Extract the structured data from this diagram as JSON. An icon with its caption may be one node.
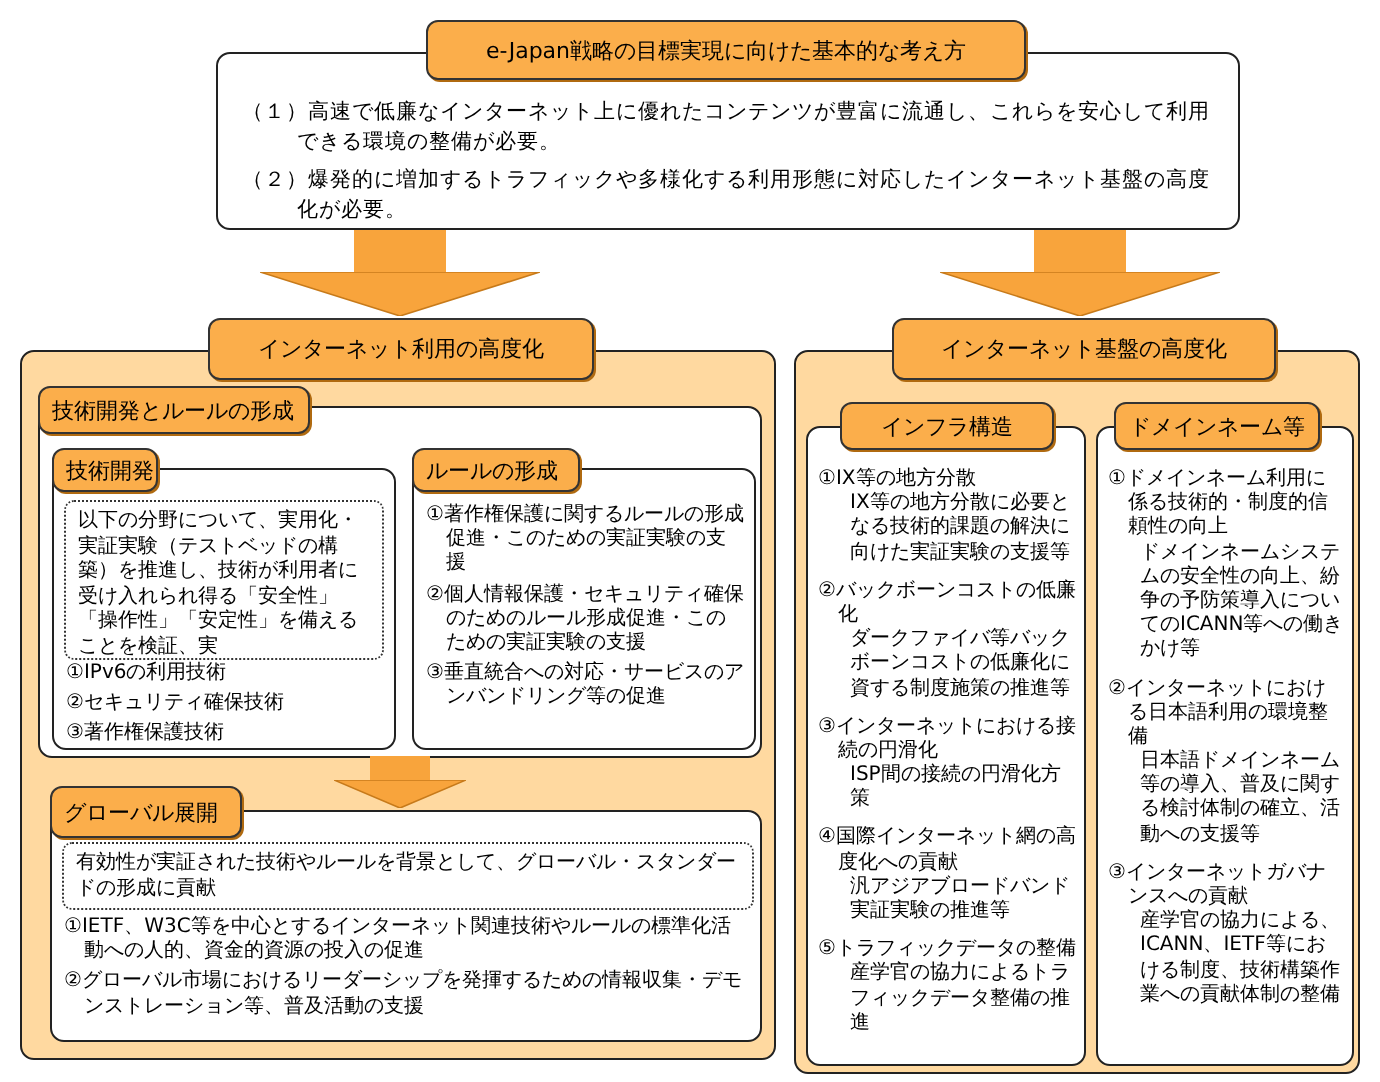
{
  "diagram": {
    "nodes": [
      {
        "text": [
          "e-Japan戦略の目標実現に向けた基本的な考え方",
          "（１）高速で低廉なインターネット上に優れたコンテンツが豊富に流通し、これらを安心して利用できる環境の整備が必要。",
          "（２）爆発的に増加するトラフィックや多様化する利用形態に対応したインターネット基盤の高度化が必要。"
        ]
      },
      {
        "text": [
          "インターネット利用の高度化"
        ]
      },
      {
        "text": [
          "技術開発とルールの形成"
        ],
        "in": 1
      },
      {
        "text": [
          "技術開発",
          "①IPv6の利用技術",
          "②セキュリティ確保技術",
          "③著作権保護技術"
        ],
        "in": 2
      },
      {
        "text": [
          "以下の分野について、実用化・実証実験（テストベッドの構築）を推進し、技術が利用者に受け入れられ得る「安全性」「操作性」「安定性」を備えることを検証、実"
        ],
        "in": 3
      },
      {
        "text": [
          "ルールの形成",
          "①著作権保護に関するルールの形成促進・このための実証実験の支援",
          "②個人情報保護・セキュリティ確保のためのルール形成促進・このための実証実験の支援",
          "③垂直統合への対応・サービスのアンバンドリング等の促進"
        ],
        "in": 2
      },
      {
        "text": [
          "グローバル展開",
          "①IETF、W3C等を中心とするインターネット関連技術やルールの標準化活動への人的、資金的資源の投入の促進",
          "②グローバル市場におけるリーダーシップを発揮するための情報収集・デモンストレーション等、普及活動の支援"
        ],
        "in": 1
      },
      {
        "text": [
          "有効性が実証された技術やルールを背景として、グローバル・スタンダードの形成に貢献"
        ],
        "in": 6
      },
      {
        "text": [
          "インターネット基盤の高度化"
        ]
      },
      {
        "text": [
          "インフラ構造",
          "①IX等の地方分散",
          "IX等の地方分散に必要となる技術的課題の解決に向けた実証実験の支援等",
          "②バックボーンコストの低廉化",
          "ダークファイバ等バックボーンコストの低廉化に資する制度施策の推進等",
          "③インターネットにおける接続の円滑化",
          "ISP間の接続の円滑化方策",
          "④国際インターネット網の高度化への貢献",
          "汎アジアブロードバンド実証実験の推進等",
          "⑤トラフィックデータの整備",
          "産学官の協力によるトラフィックデータ整備の推進"
        ],
        "in": 8
      },
      {
        "text": [
          "ドメインネーム等",
          "①ドメインネーム利用に係る技術的・制度的信頼性の向上",
          "ドメインネームシステムの安全性の向上、紛争の予防策導入についてのICANN等への働きかけ等",
          "②インターネットにおける日本語利用の環境整備",
          "日本語ドメインネーム等の導入、普及に関する検討体制の確立、活動への支援等",
          "③インターネットガバナンスへの貢献",
          "産学官の協力による、ICANN、IETF等における制度、技術構築作業への貢献体制の整備"
        ],
        "in": 8
      }
    ],
    "edges": [
      {
        "from": 0,
        "to": 1,
        "arrow": "to"
      },
      {
        "from": 0,
        "to": 8,
        "arrow": "to"
      },
      {
        "from": 2,
        "to": 6,
        "arrow": "to"
      }
    ]
  }
}
